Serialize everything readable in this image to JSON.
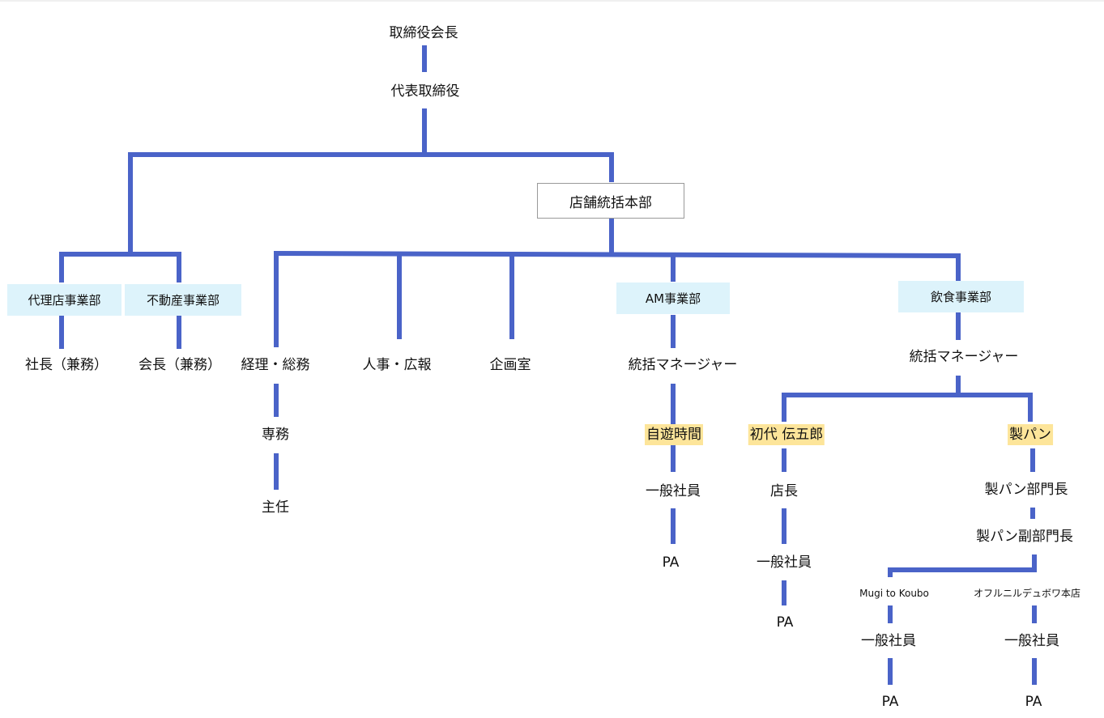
{
  "title": "組織図",
  "colors": {
    "line": "#4a63c8",
    "dept_fill": "#ddf3fb",
    "store_fill": "#fde59a",
    "hq_border": "#999999"
  },
  "nodes": {
    "chairman": "取締役会長",
    "ceo": "代表取締役",
    "hq": "店舗統括本部",
    "agency_dept": "代理店事業部",
    "realestate_dept": "不動産事業部",
    "agency_head": "社長（兼務）",
    "realestate_head": "会長（兼務）",
    "accounting": "経理・総務",
    "accounting_director": "専務",
    "accounting_chief": "主任",
    "hr_pr": "人事・広報",
    "planning": "企画室",
    "am_dept": "AM事業部",
    "am_manager": "統括マネージャー",
    "am_store": "自遊時間",
    "am_staff": "一般社員",
    "am_pa": "PA",
    "food_dept": "飲食事業部",
    "food_manager": "統括マネージャー",
    "store_dengoro": "初代 伝五郎",
    "dengoro_manager": "店長",
    "dengoro_staff": "一般社員",
    "dengoro_pa": "PA",
    "bakery": "製パン",
    "bakery_head": "製パン部門長",
    "bakery_deputy": "製パン副部門長",
    "mugi": "Mugi to Koubo",
    "mugi_staff": "一般社員",
    "mugi_pa": "PA",
    "ofuru": "オフルニルデュボワ本店",
    "ofuru_staff": "一般社員",
    "ofuru_pa": "PA"
  }
}
